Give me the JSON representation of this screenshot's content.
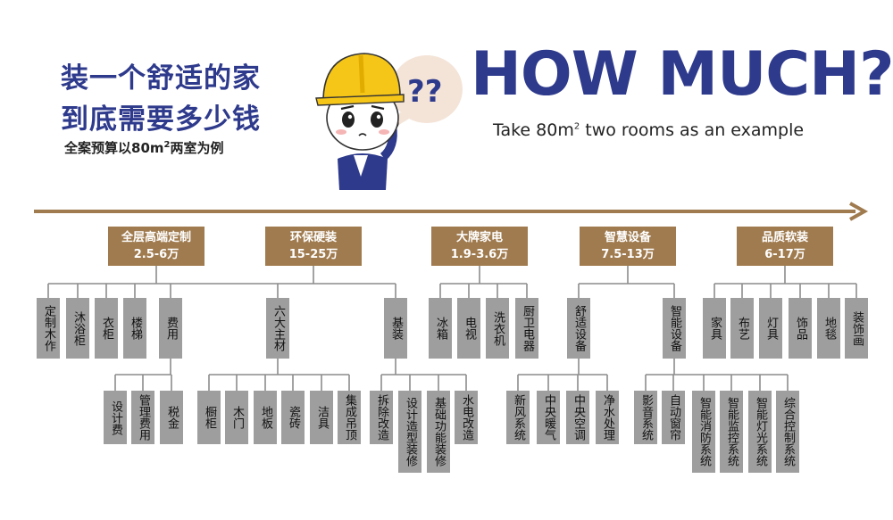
{
  "header": {
    "title_line1": "装一个舒适的家",
    "title_line2": "到底需要多少钱",
    "subtitle_pre": "全案预算以80m",
    "subtitle_sup": "2",
    "subtitle_post": "两室为例",
    "how_much": "HOW MUCH?",
    "example_pre": "Take 80m",
    "example_sup": "2",
    "example_post": " two rooms as an example",
    "question_marks": "??"
  },
  "colors": {
    "navy": "#2e3a8c",
    "brown": "#a07b4f",
    "leaf_gray": "#9e9e9e",
    "line_gray": "#8c8c8c",
    "helmet": "#f5c518"
  },
  "categories": [
    {
      "name": "全层高端定制",
      "price": "2.5-6万"
    },
    {
      "name": "环保硬装",
      "price": "15-25万"
    },
    {
      "name": "大牌家电",
      "price": "1.9-3.6万"
    },
    {
      "name": "智慧设备",
      "price": "7.5-13万"
    },
    {
      "name": "品质软装",
      "price": "6-17万"
    }
  ],
  "leaves_row1": [
    "定制木作",
    "沐浴柜",
    "衣柜",
    "楼梯",
    "费用",
    "六大主材",
    "基装",
    "冰箱",
    "电视",
    "洗衣机",
    "厨卫电器",
    "舒适设备",
    "智能设备",
    "家具",
    "布艺",
    "灯具",
    "饰品",
    "地毯",
    "装饰画"
  ],
  "leaves_row2": [
    "设计费",
    "管理费用",
    "税金",
    "橱柜",
    "木门",
    "地板",
    "瓷砖",
    "洁具",
    "集成吊顶",
    "拆除改造",
    "设计造型装修",
    "基础功能装修",
    "水电改造",
    "新风系统",
    "中央暖气",
    "中央空调",
    "净水处理",
    "影音系统",
    "自动窗帘",
    "智能消防系统",
    "智能监控系统",
    "智能灯光系统",
    "综合控制系统"
  ]
}
